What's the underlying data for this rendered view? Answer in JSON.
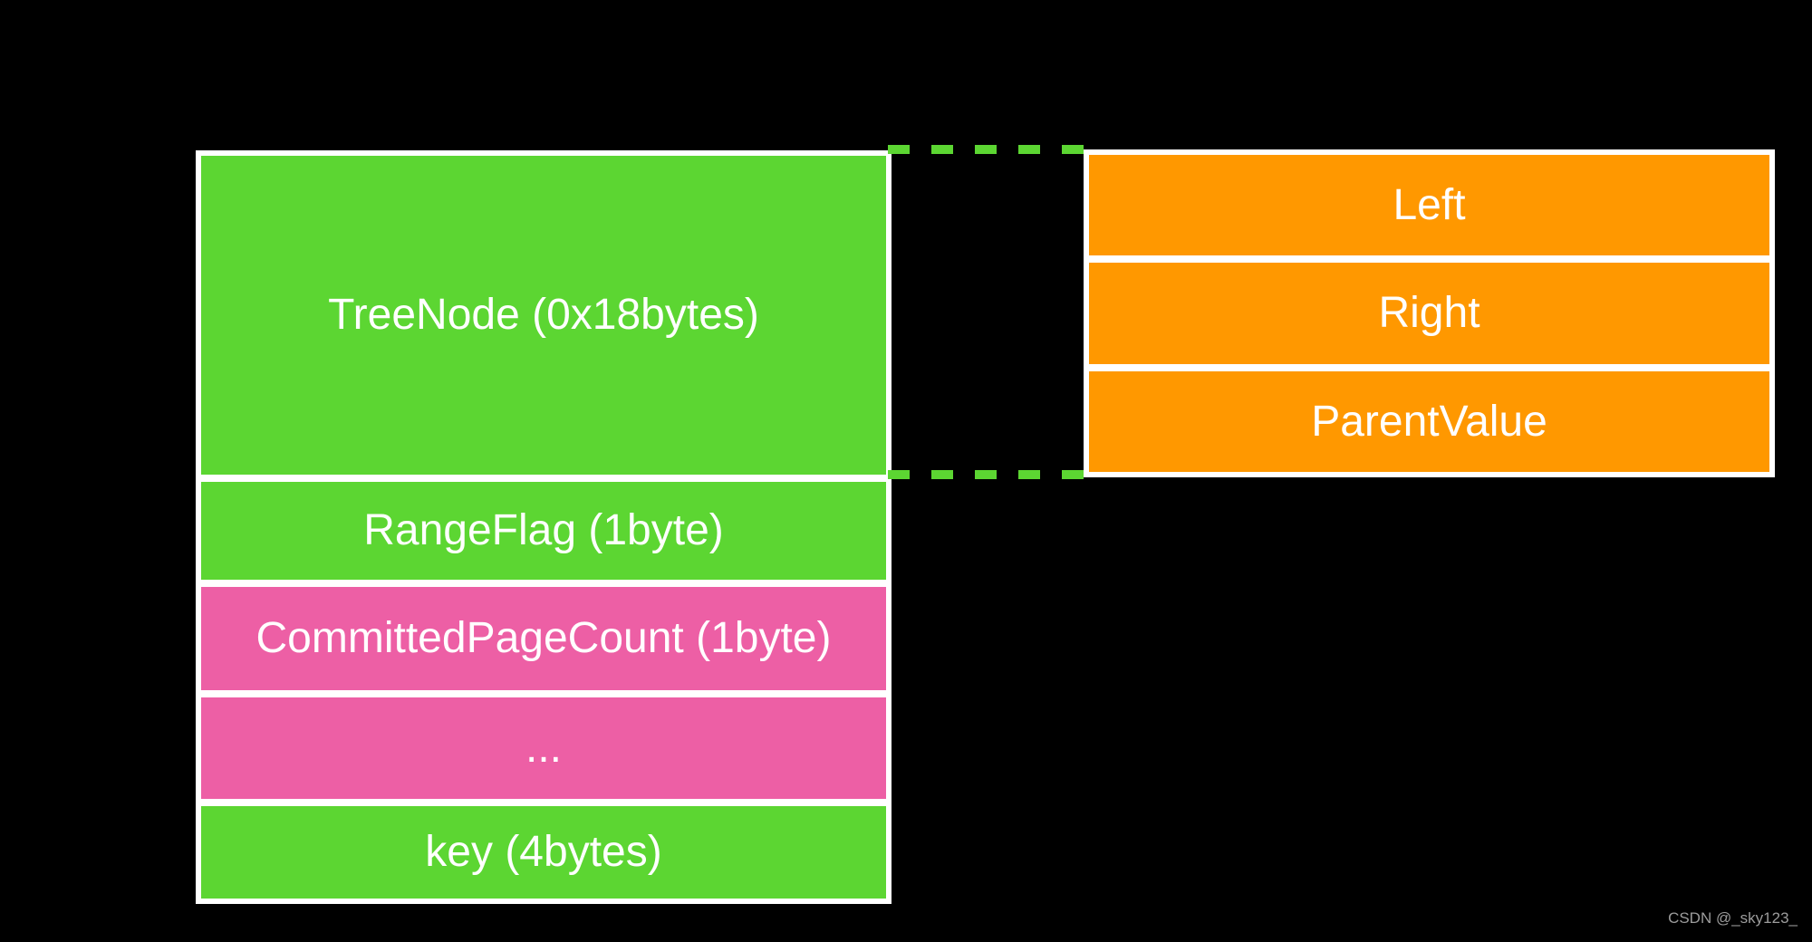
{
  "left_stack": {
    "rows": [
      {
        "label": "TreeNode (0x18bytes)",
        "color": "green"
      },
      {
        "label": "RangeFlag (1byte)",
        "color": "green"
      },
      {
        "label": "CommittedPageCount (1byte)",
        "color": "pink"
      },
      {
        "label": "...",
        "color": "pink"
      },
      {
        "label": "key (4bytes)",
        "color": "green"
      }
    ]
  },
  "right_stack": {
    "rows": [
      {
        "label": "Left",
        "color": "orange"
      },
      {
        "label": "Right",
        "color": "orange"
      },
      {
        "label": "ParentValue",
        "color": "orange"
      }
    ]
  },
  "connectors": {
    "top": "dashed-green-line",
    "bottom": "dashed-green-line"
  },
  "colors": {
    "green": "#5CD632",
    "pink": "#ED5FA5",
    "orange": "#FF9800",
    "background": "#000000",
    "separator": "#FFFFFF",
    "text": "#FFFFFF",
    "watermark": "#9C9C9C"
  },
  "watermark": {
    "text": "CSDN @_sky123_"
  }
}
